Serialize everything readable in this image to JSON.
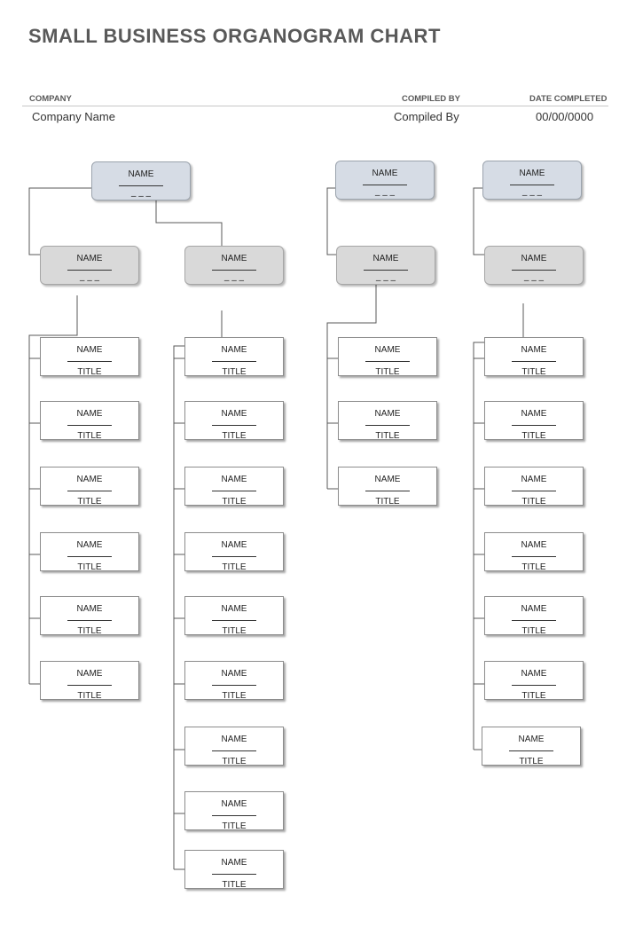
{
  "header": {
    "title": "SMALL BUSINESS ORGANOGRAM CHART",
    "company_label": "COMPANY",
    "company_value": "Company Name",
    "compiled_label": "COMPILED BY",
    "compiled_value": "Compiled By",
    "date_label": "DATE COMPLETED",
    "date_value": "00/00/0000"
  },
  "chart": {
    "head_boxes": [
      {
        "name": "NAME",
        "title": "– – –"
      },
      {
        "name": "NAME",
        "title": "– – –"
      },
      {
        "name": "NAME",
        "title": "– – –"
      }
    ],
    "manager_boxes": [
      {
        "name": "NAME",
        "title": "– – –"
      },
      {
        "name": "NAME",
        "title": "– – –"
      },
      {
        "name": "NAME",
        "title": "– – –"
      },
      {
        "name": "NAME",
        "title": "– – –"
      }
    ],
    "staff_columns": [
      [
        {
          "name": "NAME",
          "title": "TITLE"
        },
        {
          "name": "NAME",
          "title": "TITLE"
        },
        {
          "name": "NAME",
          "title": "TITLE"
        },
        {
          "name": "NAME",
          "title": "TITLE"
        },
        {
          "name": "NAME",
          "title": "TITLE"
        },
        {
          "name": "NAME",
          "title": "TITLE"
        }
      ],
      [
        {
          "name": "NAME",
          "title": "TITLE"
        },
        {
          "name": "NAME",
          "title": "TITLE"
        },
        {
          "name": "NAME",
          "title": "TITLE"
        },
        {
          "name": "NAME",
          "title": "TITLE"
        },
        {
          "name": "NAME",
          "title": "TITLE"
        },
        {
          "name": "NAME",
          "title": "TITLE"
        },
        {
          "name": "NAME",
          "title": "TITLE"
        },
        {
          "name": "NAME",
          "title": "TITLE"
        },
        {
          "name": "NAME",
          "title": "TITLE"
        }
      ],
      [
        {
          "name": "NAME",
          "title": "TITLE"
        },
        {
          "name": "NAME",
          "title": "TITLE"
        },
        {
          "name": "NAME",
          "title": "TITLE"
        }
      ],
      [
        {
          "name": "NAME",
          "title": "TITLE"
        },
        {
          "name": "NAME",
          "title": "TITLE"
        },
        {
          "name": "NAME",
          "title": "TITLE"
        },
        {
          "name": "NAME",
          "title": "TITLE"
        },
        {
          "name": "NAME",
          "title": "TITLE"
        },
        {
          "name": "NAME",
          "title": "TITLE"
        },
        {
          "name": "NAME",
          "title": "TITLE"
        }
      ]
    ]
  }
}
